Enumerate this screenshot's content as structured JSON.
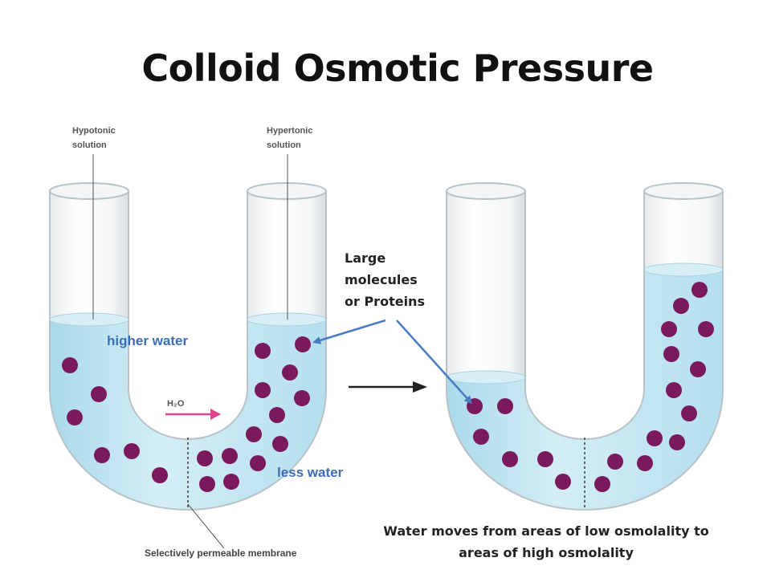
{
  "title": "Colloid Osmotic Pressure",
  "left_tube": {
    "hypotonic_label_line1": "Hypotonic",
    "hypotonic_label_line2": "solution",
    "hypertonic_label_line1": "Hypertonic",
    "hypertonic_label_line2": "solution",
    "higher_water": "higher water",
    "less_water": "less water",
    "water_formula": "H₂O",
    "membrane_label": "Selectively permeable membrane"
  },
  "annotation": {
    "line1": "Large",
    "line2": "molecules",
    "line3": "or Proteins"
  },
  "caption": {
    "line1": "Water moves from areas of low osmolality to",
    "line2": "areas of high osmolality"
  },
  "colors": {
    "water": "#c8e8f2",
    "water_dark": "#a9d9ea",
    "particle": "#7a1a5c",
    "arrow_blue": "#4a7cc4",
    "arrow_pink": "#e0458f",
    "tube_outline": "#b7c3c8"
  }
}
